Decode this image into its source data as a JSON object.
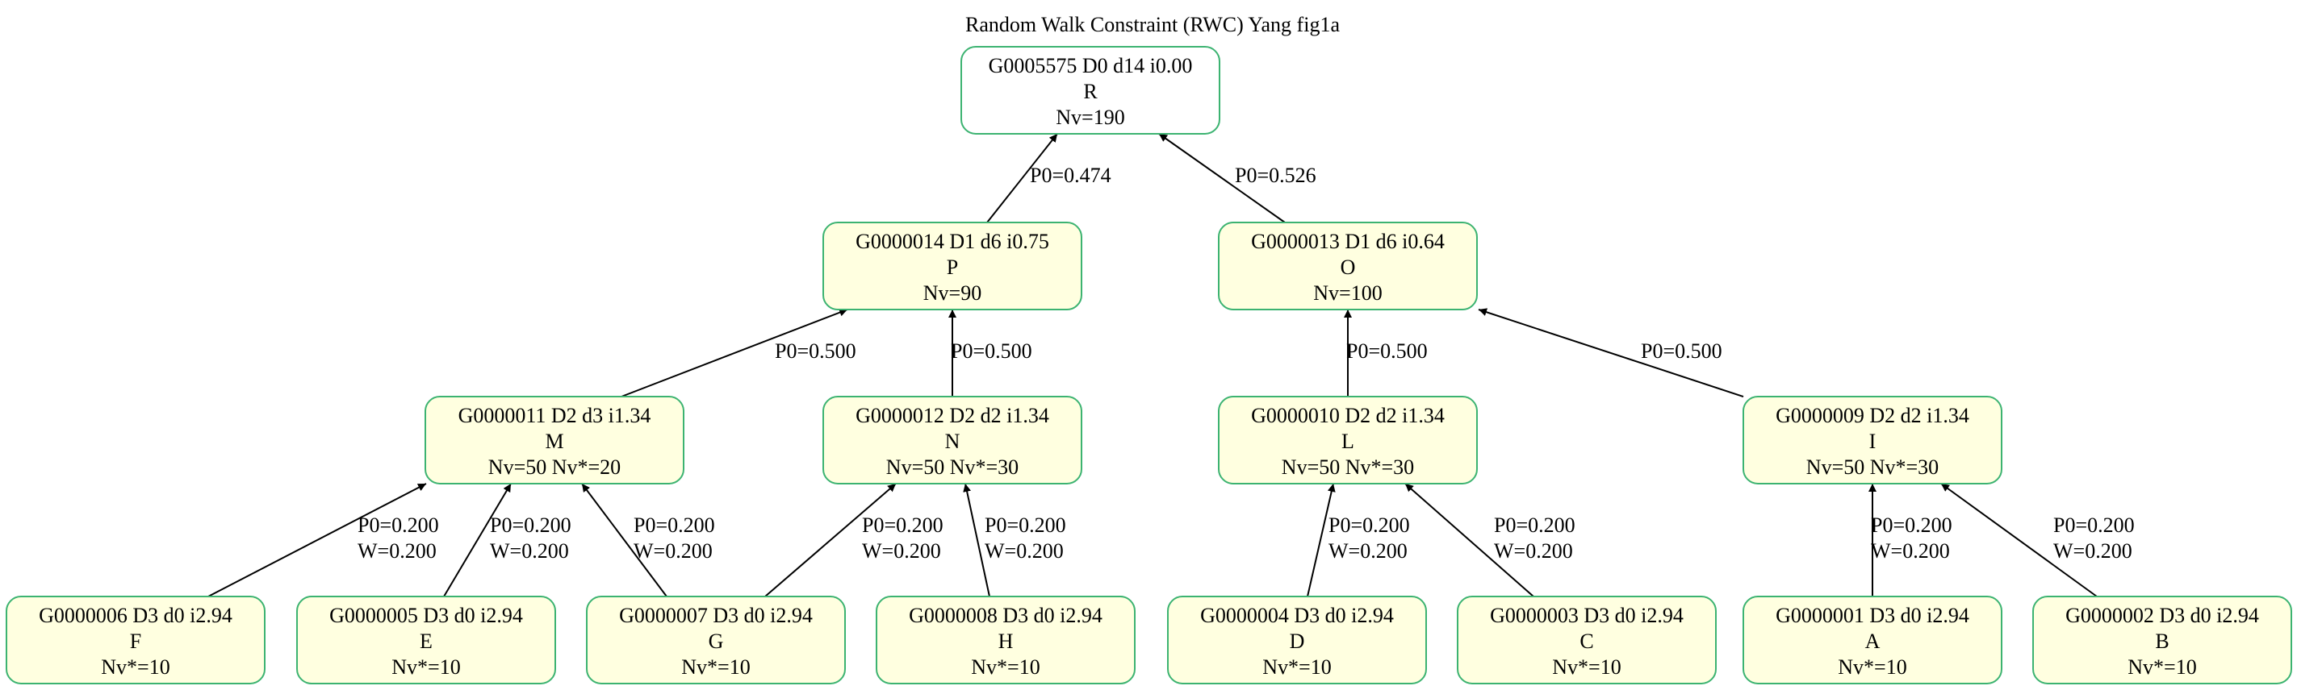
{
  "title": "Random Walk Constraint (RWC) Yang fig1a",
  "colors": {
    "node_border": "#3cb371",
    "root_fill": "#ffffff",
    "node_fill": "#ffffe0",
    "edge": "#000000"
  },
  "nodes": [
    {
      "id": "R",
      "lines": [
        "G0005575 D0 d14 i0.00",
        "R",
        "Nv=190"
      ],
      "root": true
    },
    {
      "id": "P",
      "lines": [
        "G0000014 D1 d6 i0.75",
        "P",
        "Nv=90"
      ]
    },
    {
      "id": "O",
      "lines": [
        "G0000013 D1 d6 i0.64",
        "O",
        "Nv=100"
      ]
    },
    {
      "id": "M",
      "lines": [
        "G0000011 D2 d3 i1.34",
        "M",
        "Nv=50 Nv*=20"
      ]
    },
    {
      "id": "N",
      "lines": [
        "G0000012 D2 d2 i1.34",
        "N",
        "Nv=50 Nv*=30"
      ]
    },
    {
      "id": "L",
      "lines": [
        "G0000010 D2 d2 i1.34",
        "L",
        "Nv=50 Nv*=30"
      ]
    },
    {
      "id": "I",
      "lines": [
        "G0000009 D2 d2 i1.34",
        "I",
        "Nv=50 Nv*=30"
      ]
    },
    {
      "id": "F",
      "lines": [
        "G0000006 D3 d0 i2.94",
        "F",
        "Nv*=10"
      ]
    },
    {
      "id": "E",
      "lines": [
        "G0000005 D3 d0 i2.94",
        "E",
        "Nv*=10"
      ]
    },
    {
      "id": "G",
      "lines": [
        "G0000007 D3 d0 i2.94",
        "G",
        "Nv*=10"
      ]
    },
    {
      "id": "H",
      "lines": [
        "G0000008 D3 d0 i2.94",
        "H",
        "Nv*=10"
      ]
    },
    {
      "id": "D",
      "lines": [
        "G0000004 D3 d0 i2.94",
        "D",
        "Nv*=10"
      ]
    },
    {
      "id": "C",
      "lines": [
        "G0000003 D3 d0 i2.94",
        "C",
        "Nv*=10"
      ]
    },
    {
      "id": "A",
      "lines": [
        "G0000001 D3 d0 i2.94",
        "A",
        "Nv*=10"
      ]
    },
    {
      "id": "B",
      "lines": [
        "G0000002 D3 d0 i2.94",
        "B",
        "Nv*=10"
      ]
    }
  ],
  "edges": [
    {
      "from": "P",
      "to": "R",
      "label": [
        "P0=0.474"
      ]
    },
    {
      "from": "O",
      "to": "R",
      "label": [
        "P0=0.526"
      ]
    },
    {
      "from": "M",
      "to": "P",
      "label": [
        "P0=0.500"
      ]
    },
    {
      "from": "N",
      "to": "P",
      "label": [
        "P0=0.500"
      ]
    },
    {
      "from": "L",
      "to": "O",
      "label": [
        "P0=0.500"
      ]
    },
    {
      "from": "I",
      "to": "O",
      "label": [
        "P0=0.500"
      ]
    },
    {
      "from": "F",
      "to": "M",
      "label": [
        "P0=0.200",
        "W=0.200"
      ]
    },
    {
      "from": "E",
      "to": "M",
      "label": [
        "P0=0.200",
        "W=0.200"
      ]
    },
    {
      "from": "G",
      "to": "M",
      "label": [
        "P0=0.200",
        "W=0.200"
      ]
    },
    {
      "from": "G",
      "to": "N",
      "label": [
        "P0=0.200",
        "W=0.200"
      ]
    },
    {
      "from": "H",
      "to": "N",
      "label": [
        "P0=0.200",
        "W=0.200"
      ]
    },
    {
      "from": "D",
      "to": "L",
      "label": [
        "P0=0.200",
        "W=0.200"
      ]
    },
    {
      "from": "C",
      "to": "L",
      "label": [
        "P0=0.200",
        "W=0.200"
      ]
    },
    {
      "from": "A",
      "to": "I",
      "label": [
        "P0=0.200",
        "W=0.200"
      ]
    },
    {
      "from": "B",
      "to": "I",
      "label": [
        "P0=0.200",
        "W=0.200"
      ]
    }
  ]
}
